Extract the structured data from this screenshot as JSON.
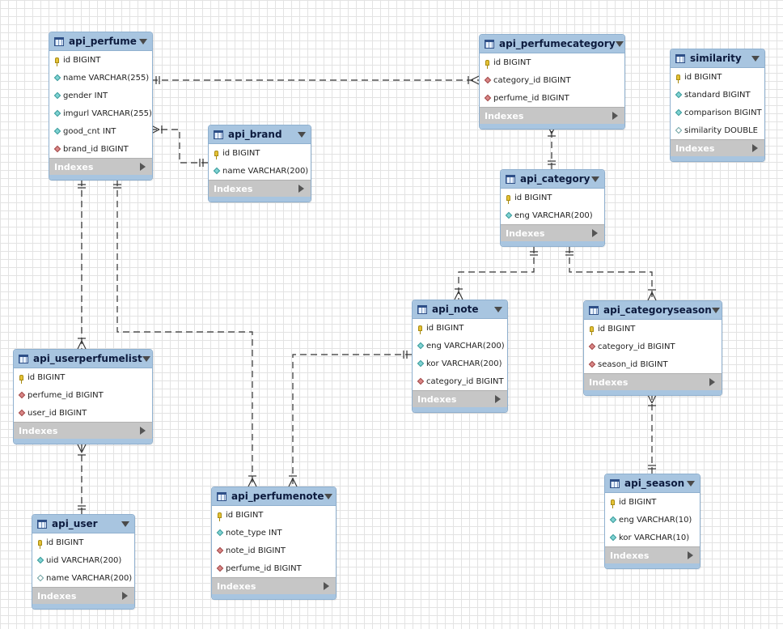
{
  "indexes_label": "Indexes",
  "tables": {
    "api_perfume": {
      "name": "api_perfume",
      "columns": [
        {
          "text": "id BIGINT",
          "kind": "pk"
        },
        {
          "text": "name VARCHAR(255)",
          "kind": "plain"
        },
        {
          "text": "gender INT",
          "kind": "plain"
        },
        {
          "text": "imgurl VARCHAR(255)",
          "kind": "plain"
        },
        {
          "text": "good_cnt INT",
          "kind": "plain"
        },
        {
          "text": "brand_id BIGINT",
          "kind": "fk"
        }
      ]
    },
    "api_brand": {
      "name": "api_brand",
      "columns": [
        {
          "text": "id BIGINT",
          "kind": "pk"
        },
        {
          "text": "name VARCHAR(200)",
          "kind": "plain"
        }
      ]
    },
    "api_perfumecategory": {
      "name": "api_perfumecategory",
      "columns": [
        {
          "text": "id BIGINT",
          "kind": "pk"
        },
        {
          "text": "category_id BIGINT",
          "kind": "fk"
        },
        {
          "text": "perfume_id BIGINT",
          "kind": "fk"
        }
      ]
    },
    "similarity": {
      "name": "similarity",
      "columns": [
        {
          "text": "id BIGINT",
          "kind": "pk"
        },
        {
          "text": "standard BIGINT",
          "kind": "plain"
        },
        {
          "text": "comparison BIGINT",
          "kind": "plain"
        },
        {
          "text": "similarity DOUBLE",
          "kind": "nullable"
        }
      ]
    },
    "api_category": {
      "name": "api_category",
      "columns": [
        {
          "text": "id BIGINT",
          "kind": "pk"
        },
        {
          "text": "eng VARCHAR(200)",
          "kind": "plain"
        }
      ]
    },
    "api_note": {
      "name": "api_note",
      "columns": [
        {
          "text": "id BIGINT",
          "kind": "pk"
        },
        {
          "text": "eng VARCHAR(200)",
          "kind": "plain"
        },
        {
          "text": "kor VARCHAR(200)",
          "kind": "plain"
        },
        {
          "text": "category_id BIGINT",
          "kind": "fk"
        }
      ]
    },
    "api_categoryseason": {
      "name": "api_categoryseason",
      "columns": [
        {
          "text": "id BIGINT",
          "kind": "pk"
        },
        {
          "text": "category_id BIGINT",
          "kind": "fk"
        },
        {
          "text": "season_id BIGINT",
          "kind": "fk"
        }
      ]
    },
    "api_userperfumelist": {
      "name": "api_userperfumelist",
      "columns": [
        {
          "text": "id BIGINT",
          "kind": "pk"
        },
        {
          "text": "perfume_id BIGINT",
          "kind": "fk"
        },
        {
          "text": "user_id BIGINT",
          "kind": "fk"
        }
      ]
    },
    "api_user": {
      "name": "api_user",
      "columns": [
        {
          "text": "id BIGINT",
          "kind": "pk"
        },
        {
          "text": "uid VARCHAR(200)",
          "kind": "plain"
        },
        {
          "text": "name VARCHAR(200)",
          "kind": "nullable"
        }
      ]
    },
    "api_perfumenote": {
      "name": "api_perfumenote",
      "columns": [
        {
          "text": "id BIGINT",
          "kind": "pk"
        },
        {
          "text": "note_type INT",
          "kind": "plain"
        },
        {
          "text": "note_id BIGINT",
          "kind": "fk"
        },
        {
          "text": "perfume_id BIGINT",
          "kind": "fk"
        }
      ]
    },
    "api_season": {
      "name": "api_season",
      "columns": [
        {
          "text": "id BIGINT",
          "kind": "pk"
        },
        {
          "text": "eng VARCHAR(10)",
          "kind": "plain"
        },
        {
          "text": "kor VARCHAR(10)",
          "kind": "plain"
        }
      ]
    }
  },
  "relationships": [
    {
      "from": "api_perfume",
      "to": "api_perfumecategory"
    },
    {
      "from": "api_brand",
      "to": "api_perfume"
    },
    {
      "from": "api_category",
      "to": "api_perfumecategory"
    },
    {
      "from": "api_category",
      "to": "api_note"
    },
    {
      "from": "api_category",
      "to": "api_categoryseason"
    },
    {
      "from": "api_season",
      "to": "api_categoryseason"
    },
    {
      "from": "api_perfume",
      "to": "api_userperfumelist"
    },
    {
      "from": "api_user",
      "to": "api_userperfumelist"
    },
    {
      "from": "api_perfume",
      "to": "api_perfumenote"
    },
    {
      "from": "api_note",
      "to": "api_perfumenote"
    }
  ]
}
